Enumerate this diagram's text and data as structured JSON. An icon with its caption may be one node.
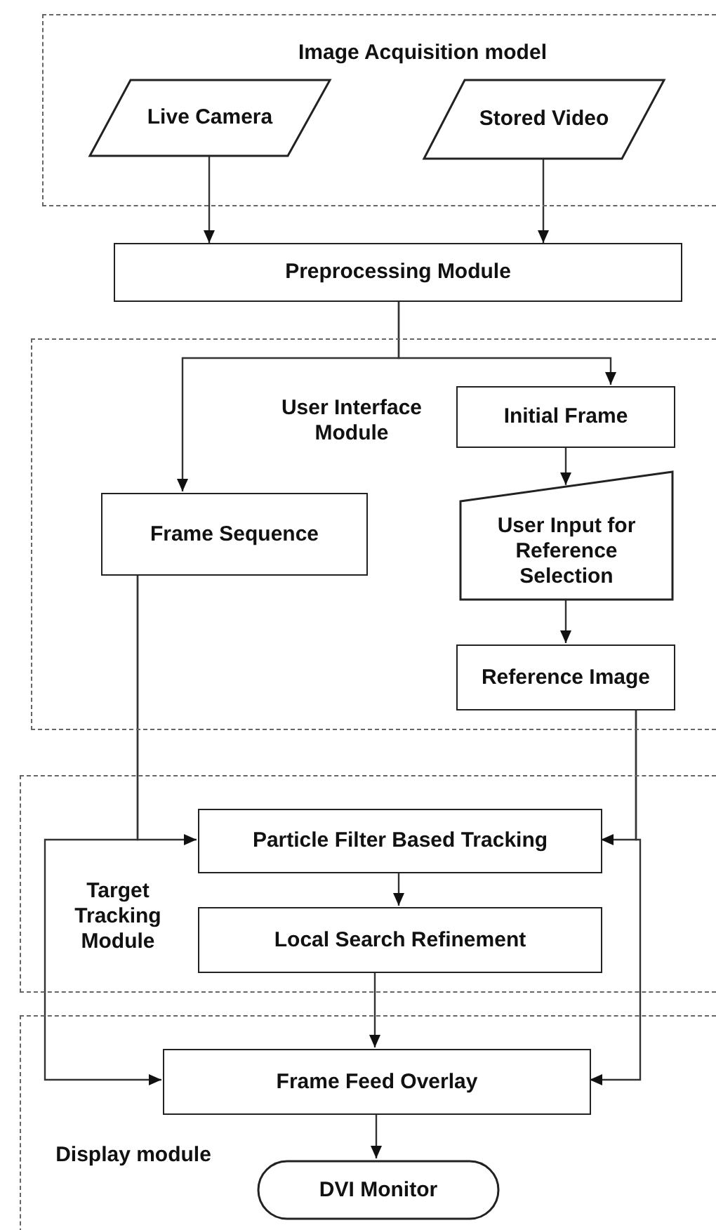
{
  "diagram": {
    "nodes": [
      {
        "text": [
          "Image Acquisition model"
        ]
      },
      {
        "text": [
          "Live Camera"
        ],
        "in": 0
      },
      {
        "text": [
          "Stored Video"
        ],
        "in": 0
      },
      {
        "text": [
          "Preprocessing Module"
        ]
      },
      {
        "text": [
          "User Interface Module"
        ]
      },
      {
        "text": [
          "Initial Frame"
        ],
        "in": 4
      },
      {
        "text": [
          "Frame Sequence"
        ],
        "in": 4
      },
      {
        "text": [
          "User Input for Reference Selection"
        ],
        "in": 4
      },
      {
        "text": [
          "Reference Image"
        ],
        "in": 4
      },
      {
        "text": [
          "Target Tracking Module"
        ]
      },
      {
        "text": [
          "Particle Filter Based Tracking"
        ],
        "in": 9
      },
      {
        "text": [
          "Local Search Refinement"
        ],
        "in": 9
      },
      {
        "text": [
          "Display module"
        ]
      },
      {
        "text": [
          "Frame Feed Overlay"
        ],
        "in": 12
      },
      {
        "text": [
          "DVI Monitor"
        ],
        "in": 12
      }
    ],
    "edges": [
      {
        "from": 1,
        "to": 3,
        "arrow": "to"
      },
      {
        "from": 2,
        "to": 3,
        "arrow": "to"
      },
      {
        "from": 3,
        "to": 6,
        "arrow": "to"
      },
      {
        "from": 3,
        "to": 5,
        "arrow": "to"
      },
      {
        "from": 5,
        "to": 7,
        "arrow": "to"
      },
      {
        "from": 7,
        "to": 8,
        "arrow": "to"
      },
      {
        "from": 6,
        "to": 10,
        "arrow": "to"
      },
      {
        "from": 6,
        "to": 13,
        "arrow": "to"
      },
      {
        "from": 8,
        "to": 10,
        "arrow": "to"
      },
      {
        "from": 8,
        "to": 13,
        "arrow": "to"
      },
      {
        "from": 10,
        "to": 11,
        "arrow": "to"
      },
      {
        "from": 11,
        "to": 13,
        "arrow": "to"
      },
      {
        "from": 13,
        "to": 14,
        "arrow": "to"
      }
    ]
  }
}
